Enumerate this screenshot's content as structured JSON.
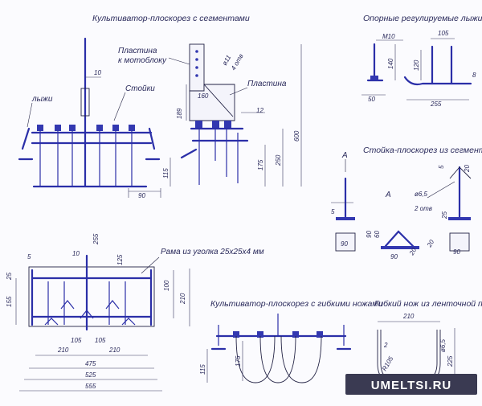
{
  "titles": {
    "main": "Культиватор-плоскорез с сегментами",
    "skis": "Опорные регулируемые лыжи",
    "stand": "Стойка-плоскорез из сегмента",
    "flex": "Культиватор-плоскорез с гибкими ножами",
    "knife": "Гибкий нож из ленточной пилы"
  },
  "labels": {
    "plate_motoblock_1": "Пластина",
    "plate_motoblock_2": "к мотоблоку",
    "stands": "Стойки",
    "skis": "лыжи",
    "plate": "Пластина",
    "frame": "Рама из уголка 25х25х4 мм",
    "view_a_arrow": "A",
    "view_a": "A"
  },
  "dims": {
    "d10": "10",
    "d160": "160",
    "d189": "189",
    "d11": "ø11",
    "d4otv": "4 отв",
    "d12": "12",
    "d600": "600",
    "d250": "250",
    "d175": "175",
    "d115": "115",
    "d90": "90",
    "m10": "M10",
    "d105": "105",
    "d140": "140",
    "d120": "120",
    "d8": "8",
    "d50": "50",
    "d255": "255",
    "d5a": "5",
    "d20a": "20",
    "d65": "ø6,5",
    "d2otv": "2 отв",
    "d25": "25",
    "d5b": "5",
    "d90a": "90",
    "d60": "60",
    "d90b": "90",
    "d20b": "20",
    "d20c": "20",
    "d90c": "90",
    "p5": "5",
    "p10": "10",
    "p255": "255",
    "p125": "125",
    "p25": "25",
    "p155": "155",
    "p100": "100",
    "p210r": "210",
    "p105a": "105",
    "p105b": "105",
    "p210a": "210",
    "p210b": "210",
    "p475": "475",
    "p525": "525",
    "p555": "555",
    "f175": "175",
    "f115": "115",
    "k210": "210",
    "k2": "2",
    "k65": "ø6,5",
    "kr": "R105",
    "k225": "225"
  },
  "watermark": "UMELTSI.RU"
}
